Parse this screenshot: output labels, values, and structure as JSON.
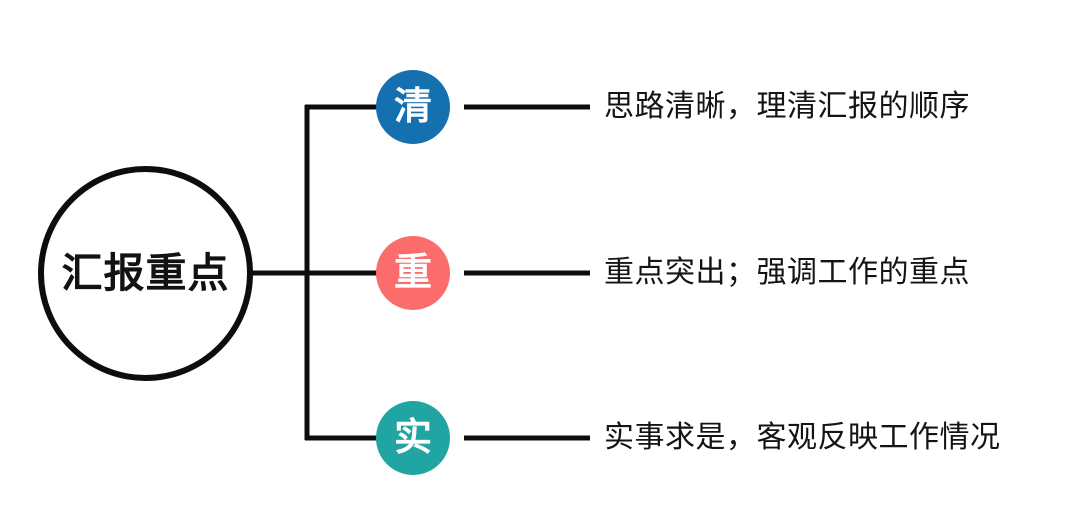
{
  "diagram": {
    "type": "mind-map",
    "root": {
      "label": "汇报重点",
      "shape": "circle",
      "outline_color": "#0d0d0d",
      "fill_color": "#ffffff",
      "text_color": "#121212"
    },
    "connector_color": "#0d0d0d",
    "branches": [
      {
        "badge_label": "清",
        "badge_color": "#1570b0",
        "badge_text_color": "#ffffff",
        "text": "思路清晰，理清汇报的顺序",
        "text_color": "#141414"
      },
      {
        "badge_label": "重",
        "badge_color": "#fb6d6d",
        "badge_text_color": "#ffffff",
        "text": "重点突出；强调工作的重点",
        "text_color": "#141414"
      },
      {
        "badge_label": "实",
        "badge_color": "#20a5a2",
        "badge_text_color": "#ffffff",
        "text": "实事求是，客观反映工作情况",
        "text_color": "#141414"
      }
    ]
  }
}
